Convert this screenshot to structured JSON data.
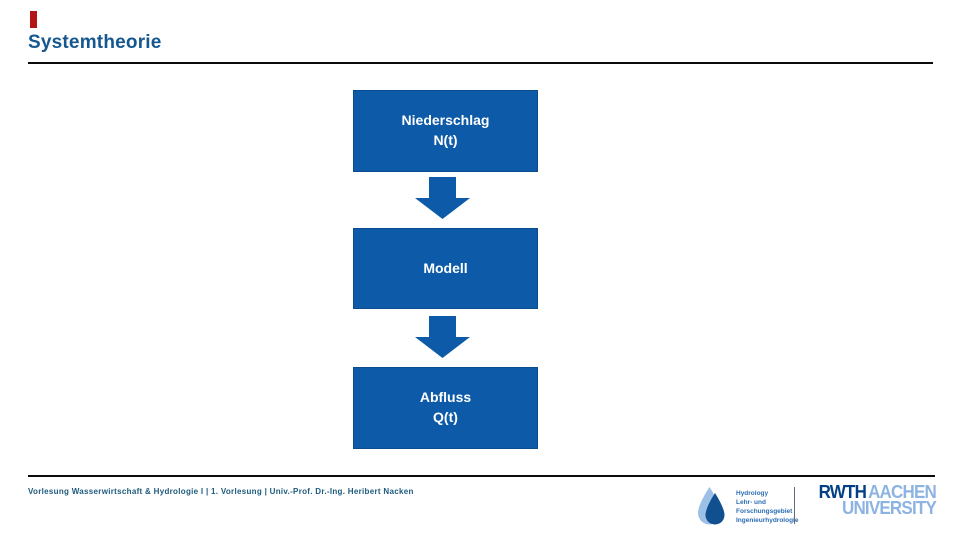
{
  "slide": {
    "title": "Systemtheorie",
    "footer": "Vorlesung Wasserwirtschaft & Hydrologie I | 1. Vorlesung | Univ.-Prof. Dr.-Ing. Heribert Nacken"
  },
  "diagram": {
    "boxes": [
      {
        "line1": "Niederschlag",
        "line2": "N(t)"
      },
      {
        "line1": "Modell",
        "line2": ""
      },
      {
        "line1": "Abfluss",
        "line2": "Q(t)"
      }
    ],
    "flow_order": "Niederschlag N(t) -> Modell -> Abfluss Q(t)"
  },
  "logos": {
    "hydrology": {
      "icon": "water-drop-icon",
      "lines": [
        "Hydrology",
        "Lehr- und",
        "Forschungsgebiet",
        "Ingenieurhydrologie"
      ]
    },
    "rwth": {
      "word1": "RWTH",
      "word2": "AACHEN",
      "line2": "UNIVERSITY"
    }
  },
  "colors": {
    "box_fill": "#0d5ba8",
    "box_border": "#0a4c8e",
    "arrow_fill": "#0d5ba8",
    "title_text": "#16578f",
    "footer_text": "#1d5a7d",
    "rule_line": "#0b0b0b",
    "red_marker": "#b31414",
    "rwth_dark_blue": "#033f86",
    "rwth_light_blue": "#8db3e2",
    "hydro_text_blue": "#2b6cb3"
  }
}
